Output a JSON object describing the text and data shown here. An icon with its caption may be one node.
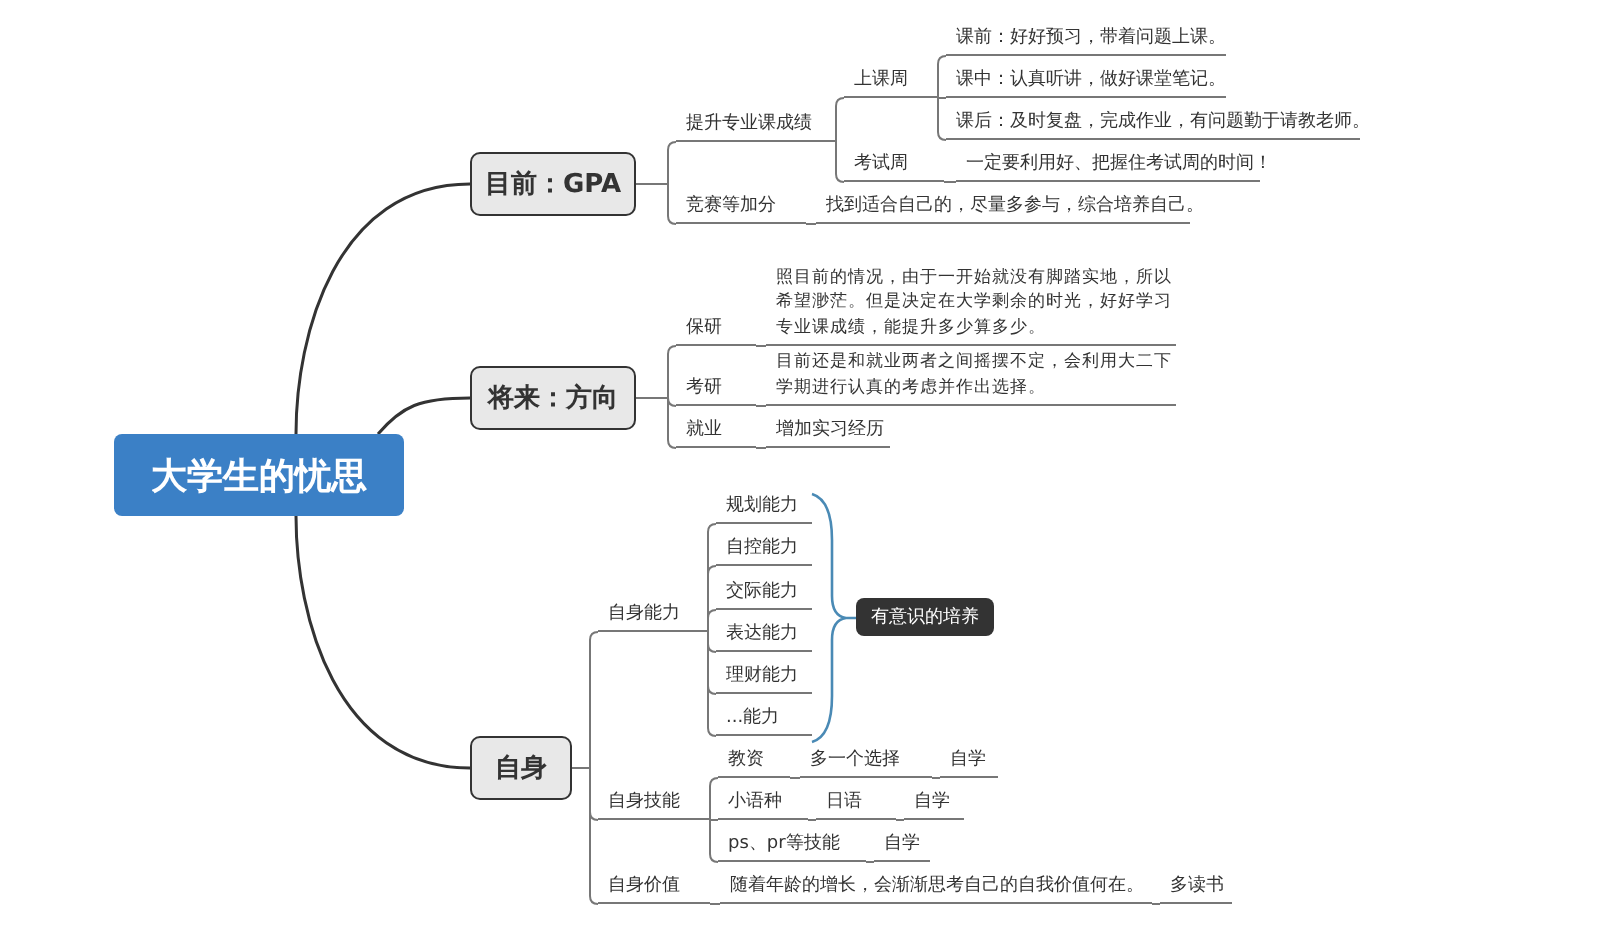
{
  "diagram": {
    "nodes": [
      {
        "text": [
          "大学生的忧思"
        ]
      },
      {
        "text": [
          "目前：GPA"
        ]
      },
      {
        "text": [
          "将来：方向"
        ]
      },
      {
        "text": [
          "自身"
        ]
      },
      {
        "text": [
          "提升专业课成绩"
        ]
      },
      {
        "text": [
          "竞赛等加分"
        ]
      },
      {
        "text": [
          "上课周"
        ]
      },
      {
        "text": [
          "考试周"
        ]
      },
      {
        "text": [
          "课前：好好预习，带着问题上课。"
        ]
      },
      {
        "text": [
          "课中：认真听讲，做好课堂笔记。"
        ]
      },
      {
        "text": [
          "课后：及时复盘，完成作业，有问题勤于请教老师。"
        ]
      },
      {
        "text": [
          "一定要利用好、把握住考试周的时间！"
        ]
      },
      {
        "text": [
          "找到适合自己的，尽量多参与，综合培养自己。"
        ]
      },
      {
        "text": [
          "保研"
        ]
      },
      {
        "text": [
          "照目前的情况，由于一开始就没有脚踏实地，所以希望渺茫。但是决定在大学剩余的时光，好好学习专业课成绩，能提升多少算多少。"
        ]
      },
      {
        "text": [
          "考研"
        ]
      },
      {
        "text": [
          "目前还是和就业两者之间摇摆不定，会利用大二下学期进行认真的考虑并作出选择。"
        ]
      },
      {
        "text": [
          "就业"
        ]
      },
      {
        "text": [
          "增加实习经历"
        ]
      },
      {
        "text": [
          "自身能力"
        ]
      },
      {
        "text": [
          "自身技能"
        ]
      },
      {
        "text": [
          "自身价值"
        ]
      },
      {
        "text": [
          "规划能力"
        ]
      },
      {
        "text": [
          "自控能力"
        ]
      },
      {
        "text": [
          "交际能力"
        ]
      },
      {
        "text": [
          "表达能力"
        ]
      },
      {
        "text": [
          "理财能力"
        ]
      },
      {
        "text": [
          "...能力"
        ]
      },
      {
        "text": [
          "有意识的培养"
        ]
      },
      {
        "text": [
          "教资"
        ]
      },
      {
        "text": [
          "多一个选择"
        ]
      },
      {
        "text": [
          "自学"
        ]
      },
      {
        "text": [
          "小语种"
        ]
      },
      {
        "text": [
          "日语"
        ]
      },
      {
        "text": [
          "自学"
        ]
      },
      {
        "text": [
          "ps、pr等技能"
        ]
      },
      {
        "text": [
          "自学"
        ]
      },
      {
        "text": [
          "随着年龄的增长，会渐渐思考自己的自我价值何在。"
        ]
      },
      {
        "text": [
          "多读书"
        ]
      }
    ],
    "edges": [
      {
        "from": 0,
        "to": 1,
        "arrow": "none"
      },
      {
        "from": 0,
        "to": 2,
        "arrow": "none"
      },
      {
        "from": 0,
        "to": 3,
        "arrow": "none"
      },
      {
        "from": 1,
        "to": 4,
        "arrow": "none"
      },
      {
        "from": 1,
        "to": 5,
        "arrow": "none"
      },
      {
        "from": 4,
        "to": 6,
        "arrow": "none"
      },
      {
        "from": 4,
        "to": 7,
        "arrow": "none"
      },
      {
        "from": 6,
        "to": 8,
        "arrow": "none"
      },
      {
        "from": 6,
        "to": 9,
        "arrow": "none"
      },
      {
        "from": 6,
        "to": 10,
        "arrow": "none"
      },
      {
        "from": 7,
        "to": 11,
        "arrow": "none"
      },
      {
        "from": 5,
        "to": 12,
        "arrow": "none"
      },
      {
        "from": 2,
        "to": 13,
        "arrow": "none"
      },
      {
        "from": 2,
        "to": 15,
        "arrow": "none"
      },
      {
        "from": 2,
        "to": 17,
        "arrow": "none"
      },
      {
        "from": 13,
        "to": 14,
        "arrow": "none"
      },
      {
        "from": 15,
        "to": 16,
        "arrow": "none"
      },
      {
        "from": 17,
        "to": 18,
        "arrow": "none"
      },
      {
        "from": 3,
        "to": 19,
        "arrow": "none"
      },
      {
        "from": 3,
        "to": 20,
        "arrow": "none"
      },
      {
        "from": 3,
        "to": 21,
        "arrow": "none"
      },
      {
        "from": 19,
        "to": 22,
        "arrow": "none"
      },
      {
        "from": 19,
        "to": 23,
        "arrow": "none"
      },
      {
        "from": 19,
        "to": 24,
        "arrow": "none"
      },
      {
        "from": 19,
        "to": 25,
        "arrow": "none"
      },
      {
        "from": 19,
        "to": 26,
        "arrow": "none"
      },
      {
        "from": 19,
        "to": 27,
        "arrow": "none"
      },
      {
        "from": 20,
        "to": 29,
        "arrow": "none"
      },
      {
        "from": 29,
        "to": 30,
        "arrow": "none"
      },
      {
        "from": 30,
        "to": 31,
        "arrow": "none"
      },
      {
        "from": 20,
        "to": 32,
        "arrow": "none"
      },
      {
        "from": 32,
        "to": 33,
        "arrow": "none"
      },
      {
        "from": 33,
        "to": 34,
        "arrow": "none"
      },
      {
        "from": 20,
        "to": 35,
        "arrow": "none"
      },
      {
        "from": 35,
        "to": 36,
        "arrow": "none"
      },
      {
        "from": 21,
        "to": 37,
        "arrow": "none"
      },
      {
        "from": 37,
        "to": 38,
        "arrow": "none"
      }
    ]
  }
}
